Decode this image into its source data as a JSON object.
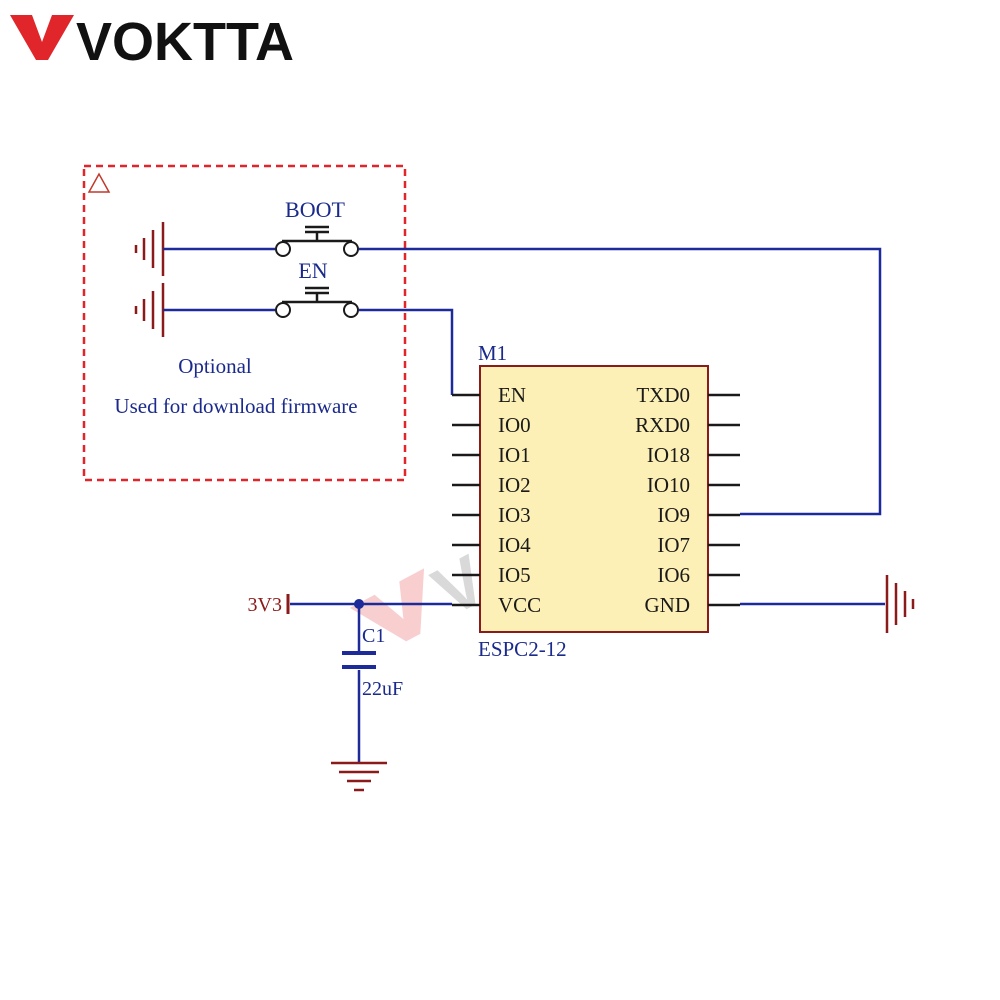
{
  "brand": {
    "name": "VOKTTA",
    "accent_color": "#e0262b",
    "text_color": "#111111"
  },
  "diagram": {
    "optional_box": {
      "line1": "Optional",
      "line2": "Used for download firmware",
      "border_color": "#e0262b"
    },
    "buttons": [
      {
        "label": "BOOT"
      },
      {
        "label": "EN"
      }
    ],
    "module": {
      "ref": "M1",
      "part": "ESPC2-12",
      "fill_color": "#fdf0b6",
      "left_pins": [
        "EN",
        "IO0",
        "IO1",
        "IO2",
        "IO3",
        "IO4",
        "IO5",
        "VCC"
      ],
      "right_pins": [
        "TXD0",
        "RXD0",
        "IO18",
        "IO10",
        "IO9",
        "IO7",
        "IO6",
        "GND"
      ]
    },
    "power_label": "3V3",
    "capacitor": {
      "ref": "C1",
      "value": "22uF"
    },
    "colors": {
      "wire": "#1c2a9a",
      "symbol": "#8b1a1a",
      "pin": "#1a1a1a"
    }
  }
}
